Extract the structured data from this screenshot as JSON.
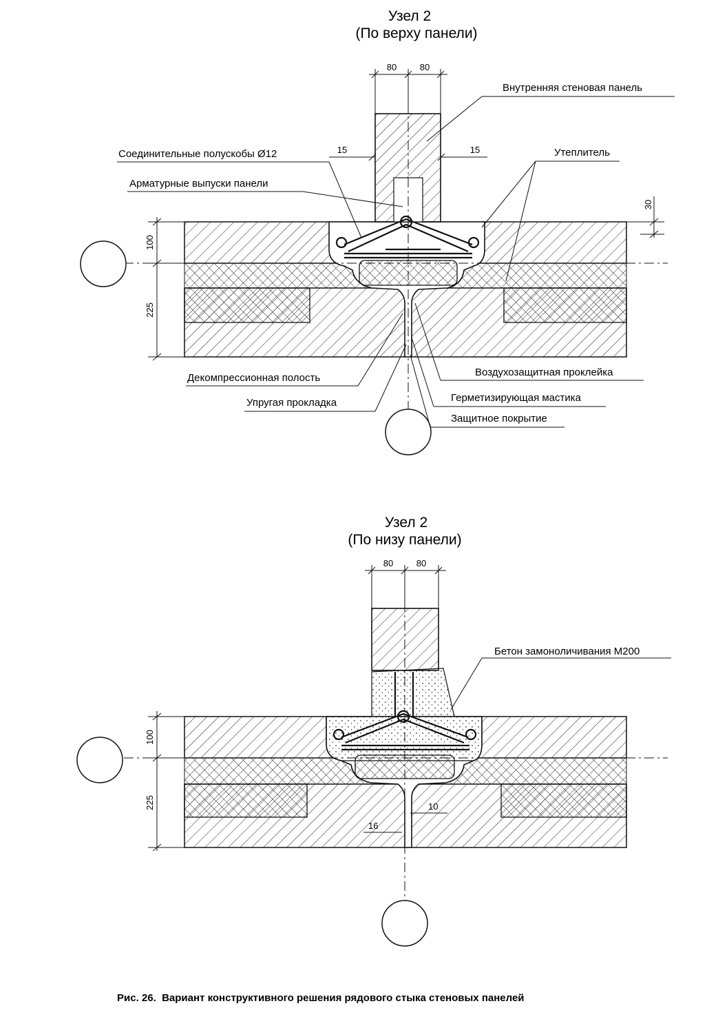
{
  "node_top": {
    "title": "Узел 2",
    "subtitle": "(По верху панели)",
    "dims": {
      "w1": "80",
      "w2": "80",
      "gap_left": "15",
      "gap_right": "15",
      "top_offset": "30",
      "h_top": "100",
      "h_bottom": "225"
    },
    "labels": {
      "inner_panel": "Внутренняя стеновая панель",
      "half_brackets": "Соединительные полускобы Ø12",
      "rebar_outlets": "Арматурные выпуски панели",
      "insulation": "Утеплитель",
      "decompression": "Декомпрессионная полость",
      "air_barrier": "Воздухозащитная проклейка",
      "elastic_gasket": "Упругая прокладка",
      "sealant": "Герметизирующая мастика",
      "coating": "Защитное покрытие"
    }
  },
  "node_bottom": {
    "title": "Узел 2",
    "subtitle": "(По низу панели)",
    "dims": {
      "w1": "80",
      "w2": "80",
      "h_top": "100",
      "h_bottom": "225",
      "gap_a": "10",
      "gap_b": "16"
    },
    "labels": {
      "concrete": "Бетон замоноличивания М200"
    }
  },
  "caption": "Рис. 26.  Вариант конструктивного решения рядового стыка стеновых панелей",
  "colors": {
    "ink": "#111111",
    "paper": "#ffffff"
  }
}
